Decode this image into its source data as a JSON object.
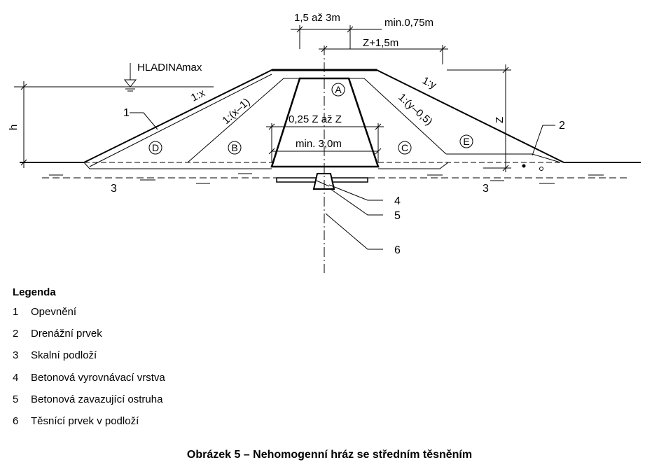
{
  "diagram": {
    "water_label": "HLADINA",
    "water_label_sub": "max",
    "top_dim_width": "1,5  až  3m",
    "top_dim_min": "min.0,75m",
    "top_dim_z": "Z+1,5m",
    "slope_x": "1:x",
    "slope_x1": "1:(x–1)",
    "slope_y": "1:y",
    "slope_y05": "1:(y–0,5)",
    "core_dim_upper": "0,25  Z  až  Z",
    "core_dim_lower": "min.  3,0m",
    "dim_h": "h",
    "dim_z": "Z",
    "zones": [
      "A",
      "B",
      "C",
      "D",
      "E"
    ],
    "callouts": [
      "1",
      "2",
      "3",
      "3",
      "4",
      "5",
      "6"
    ]
  },
  "legend": {
    "title": "Legenda",
    "items": [
      {
        "num": "1",
        "text": "Opevnění"
      },
      {
        "num": "2",
        "text": "Drenážní prvek"
      },
      {
        "num": "3",
        "text": "Skalní podloží"
      },
      {
        "num": "4",
        "text": "Betonová vyrovnávací vrstva"
      },
      {
        "num": "5",
        "text": "Betonová zavazující ostruha"
      },
      {
        "num": "6",
        "text": "Těsnící prvek v podloží"
      }
    ]
  },
  "caption": "Obrázek 5 – Nehomogenní hráz se středním těsněním"
}
